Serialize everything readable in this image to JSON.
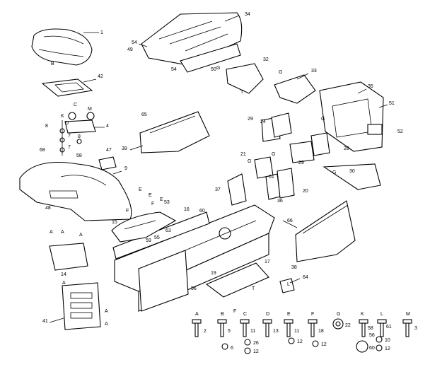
{
  "diagram": {
    "callouts": [
      {
        "id": "c1",
        "label": "1"
      },
      {
        "id": "c34",
        "label": "34"
      },
      {
        "id": "c54a",
        "label": "54"
      },
      {
        "id": "c49",
        "label": "49"
      },
      {
        "id": "c42",
        "label": "42"
      },
      {
        "id": "c54b",
        "label": "54"
      },
      {
        "id": "c50",
        "label": "50"
      },
      {
        "id": "c32",
        "label": "32"
      },
      {
        "id": "c33",
        "label": "33"
      },
      {
        "id": "c35",
        "label": "35"
      },
      {
        "id": "c51",
        "label": "51"
      },
      {
        "id": "c52",
        "label": "52"
      },
      {
        "id": "c65a",
        "label": "65"
      },
      {
        "id": "c39",
        "label": "39"
      },
      {
        "id": "c29a",
        "label": "29"
      },
      {
        "id": "c24",
        "label": "24"
      },
      {
        "id": "c28",
        "label": "28"
      },
      {
        "id": "c4",
        "label": "4"
      },
      {
        "id": "c8a",
        "label": "8"
      },
      {
        "id": "c7a",
        "label": "7"
      },
      {
        "id": "c8b",
        "label": "8"
      },
      {
        "id": "c7b",
        "label": "7"
      },
      {
        "id": "c68",
        "label": "68"
      },
      {
        "id": "c47",
        "label": "47"
      },
      {
        "id": "c58",
        "label": "58"
      },
      {
        "id": "c9",
        "label": "9"
      },
      {
        "id": "c21",
        "label": "21"
      },
      {
        "id": "c29b",
        "label": "29"
      },
      {
        "id": "c30",
        "label": "30"
      },
      {
        "id": "c37",
        "label": "37"
      },
      {
        "id": "c61",
        "label": "61"
      },
      {
        "id": "c20",
        "label": "20"
      },
      {
        "id": "c36",
        "label": "36"
      },
      {
        "id": "c48",
        "label": "48"
      },
      {
        "id": "c53",
        "label": "53"
      },
      {
        "id": "c16",
        "label": "16"
      },
      {
        "id": "c60",
        "label": "60"
      },
      {
        "id": "c15",
        "label": "15"
      },
      {
        "id": "c63",
        "label": "63"
      },
      {
        "id": "c59",
        "label": "59"
      },
      {
        "id": "c55",
        "label": "55"
      },
      {
        "id": "c66",
        "label": "66"
      },
      {
        "id": "c14",
        "label": "14"
      },
      {
        "id": "c17",
        "label": "17"
      },
      {
        "id": "c38",
        "label": "38"
      },
      {
        "id": "c19",
        "label": "19"
      },
      {
        "id": "c64",
        "label": "64"
      },
      {
        "id": "c56",
        "label": "56"
      },
      {
        "id": "c41",
        "label": "41"
      }
    ],
    "letters": [
      "B",
      "C",
      "G",
      "G",
      "G",
      "G",
      "G",
      "G",
      "E",
      "E",
      "E",
      "F",
      "F",
      "F",
      "A",
      "A",
      "A",
      "A",
      "A",
      "A",
      "D",
      "M",
      "K",
      "L",
      "T",
      "T"
    ],
    "hardware_legend": {
      "letters": [
        "A",
        "B",
        "C",
        "D",
        "E",
        "F",
        "G",
        "K",
        "L",
        "M"
      ],
      "numbers": [
        "2",
        "5",
        "11",
        "13",
        "11",
        "18",
        "22",
        "58",
        "61",
        "3"
      ],
      "washers": [
        "6",
        "26",
        "12",
        "12",
        "12",
        "56",
        "10",
        "60",
        "12"
      ]
    }
  }
}
